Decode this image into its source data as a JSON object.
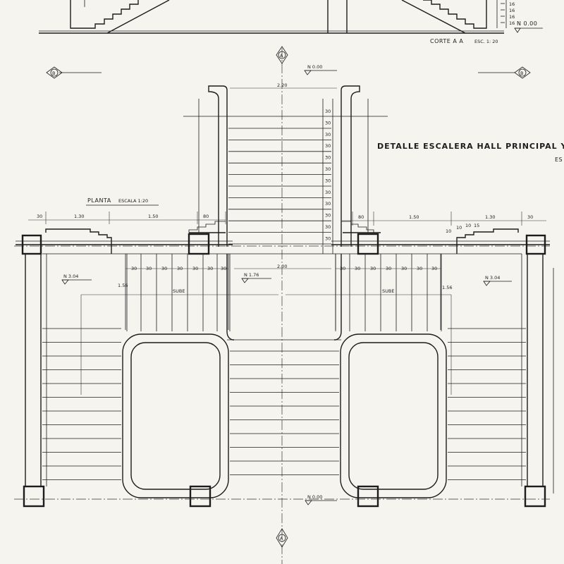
{
  "section": {
    "title": "CORTE A A",
    "scale": "ESC. 1: 20",
    "level": "N 0.00",
    "risers": [
      "16",
      "16",
      "16",
      "16"
    ]
  },
  "title_block": {
    "heading": "DETALLE ESCALERA HALL PRINCIPAL Y MURO",
    "subheading": "ES"
  },
  "plan": {
    "title": "PLANTA",
    "scale": "ESCALA 1:20",
    "section_marks": [
      "A",
      "A",
      "B",
      "B"
    ],
    "levels": {
      "top": "N 0.00",
      "bottom": "N 0.00",
      "left": "N 3.04",
      "right": "N 3.04",
      "center": "N 1.76"
    },
    "dimensions": {
      "center_top_width": "2.20",
      "center_landing_width": "2.00",
      "left_edge": "30",
      "left_run": "1.30",
      "left_mid": "1.50",
      "left_pier": "80",
      "right_pier": "80",
      "right_mid": "1.50",
      "right_run": "1.30",
      "right_edge": "30",
      "side_depth": "1.56",
      "tread": "30",
      "step_small": [
        "10",
        "10",
        "10",
        "15"
      ]
    },
    "sube": "SUBE"
  }
}
